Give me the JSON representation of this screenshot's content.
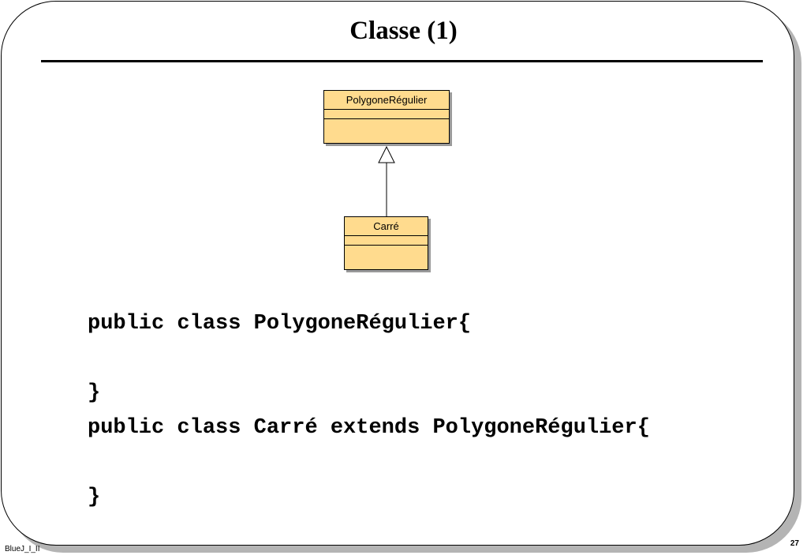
{
  "slide": {
    "title": "Classe (1)",
    "footer_left": "BlueJ_I_II",
    "page_number": "27"
  },
  "diagram": {
    "type": "uml-class-inheritance",
    "class_fill_color": "#ffdb8e",
    "classes": [
      {
        "name": "PolygoneRégulier"
      },
      {
        "name": "Carré"
      }
    ],
    "relation": {
      "from": "Carré",
      "to": "PolygoneRégulier",
      "kind": "generalization"
    }
  },
  "code": {
    "lines": [
      "public class PolygoneRégulier{",
      "",
      "}",
      "public class Carré extends PolygoneRégulier{",
      "",
      "}"
    ]
  }
}
